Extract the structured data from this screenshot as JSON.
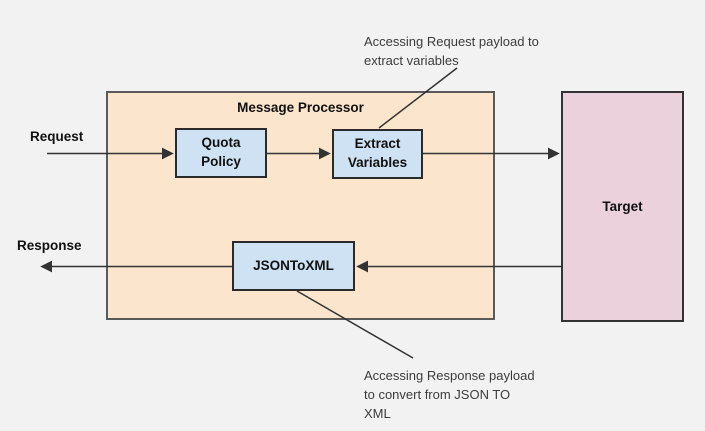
{
  "canvas": {
    "background_color": "#f2f2f2"
  },
  "flow_labels": {
    "request": "Request",
    "response": "Response"
  },
  "message_processor": {
    "title": "Message Processor",
    "fill_color": "#fce5cd",
    "node_fill_color": "#cfe2f3",
    "nodes": {
      "quota_policy": {
        "label": "Quota Policy"
      },
      "extract_variables": {
        "label": "Extract Variables"
      },
      "json_to_xml": {
        "label": "JSONToXML"
      }
    }
  },
  "target": {
    "label": "Target",
    "fill_color": "#ead1dc"
  },
  "annotations": {
    "request_payload": "Accessing Request payload to extract variables",
    "response_payload": "Accessing Response payload to convert from JSON TO XML"
  },
  "line_color": "#333333"
}
